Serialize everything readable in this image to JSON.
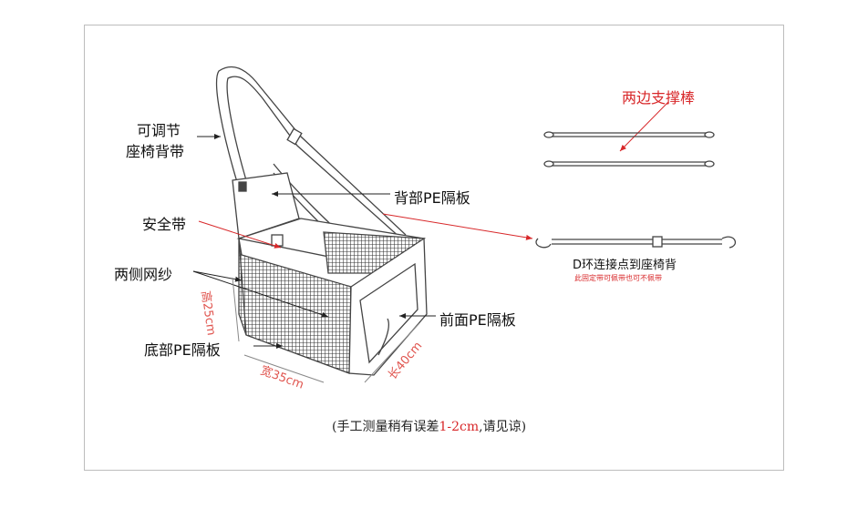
{
  "labels": {
    "strap_line1": "可调节",
    "strap_line2": "座椅背带",
    "back_panel": "背部PE隔板",
    "safety_belt": "安全带",
    "side_mesh": "两侧网纱",
    "front_panel": "前面PE隔板",
    "bottom_panel": "底部PE隔板",
    "support_rods": "两边支撑棒",
    "d_ring": "D环连接点到座椅背",
    "d_ring_sub": "此固定带可佩带也可不佩带"
  },
  "dimensions": {
    "height": "高25cm",
    "width": "宽35cm",
    "length": "长40cm"
  },
  "note": {
    "prefix": "(手工测量稍有误差",
    "range": "1-2cm",
    "suffix": ",请见谅)"
  },
  "colors": {
    "accent": "#d8282a",
    "dimension": "#e0554f",
    "line": "#333333"
  }
}
